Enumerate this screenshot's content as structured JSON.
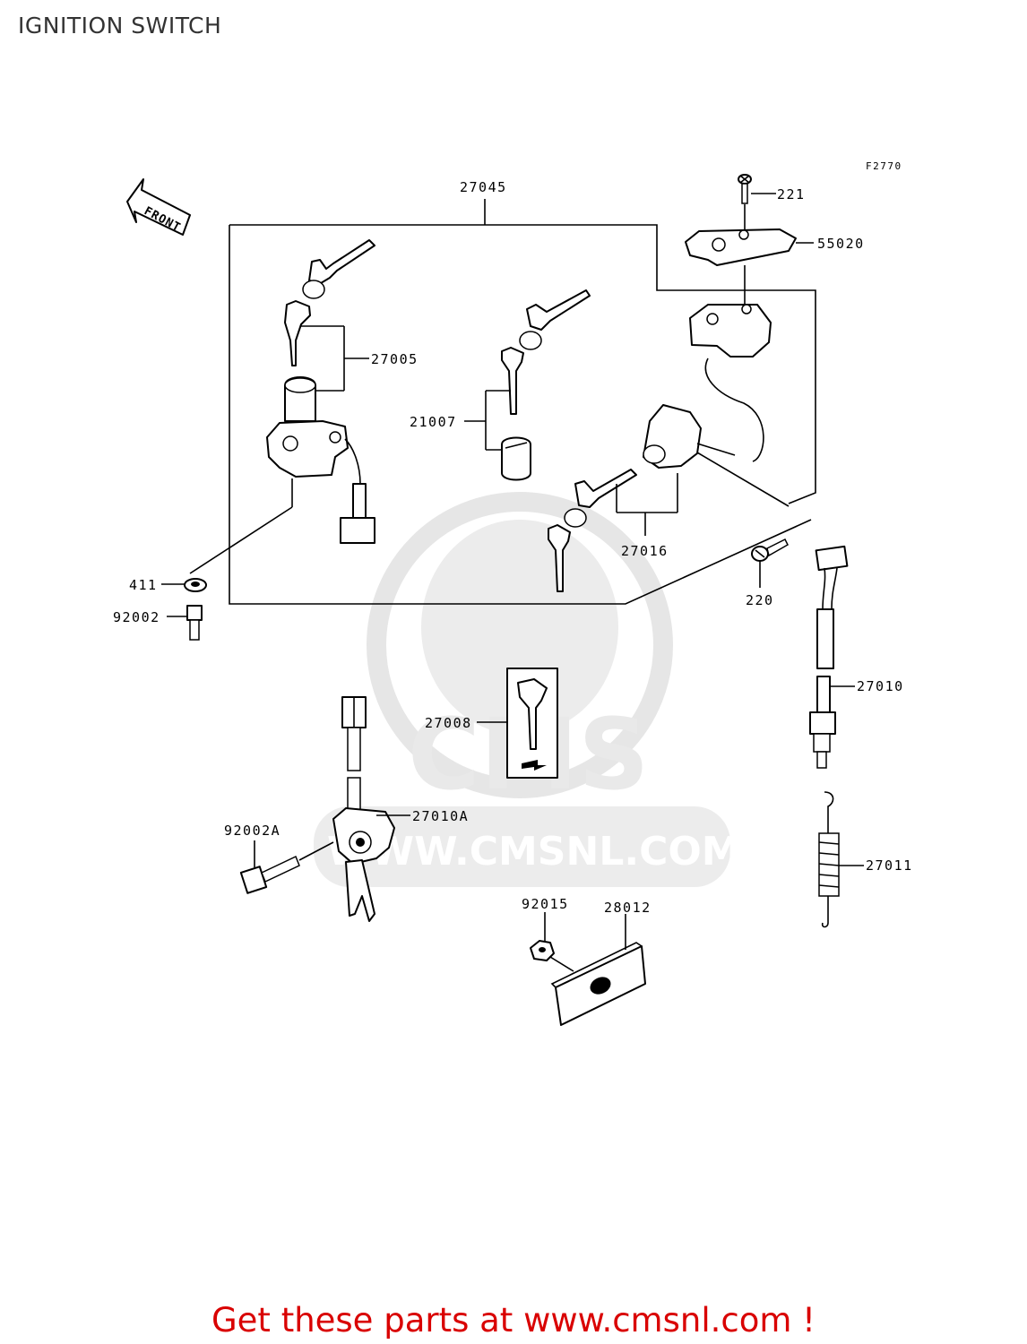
{
  "title": "IGNITION SWITCH",
  "figure_code": "F2770",
  "front_label": "FRONT",
  "watermark": {
    "logo_text": "CMS",
    "site_text": "WWW.CMSNL.COM"
  },
  "callouts": {
    "c27045": "27045",
    "c221": "221",
    "c55020": "55020",
    "c27005": "27005",
    "c21007": "21007",
    "c27016": "27016",
    "c411": "411",
    "c92002": "92002",
    "c220": "220",
    "c27010": "27010",
    "c27008": "27008",
    "c27010A": "27010A",
    "c92002A": "92002A",
    "c27011": "27011",
    "c92015": "92015",
    "c28012": "28012"
  },
  "footer": "Get these parts at www.cmsnl.com !",
  "colors": {
    "footer": "#d90000",
    "title": "#333333",
    "watermark": "#e6e6e6"
  }
}
